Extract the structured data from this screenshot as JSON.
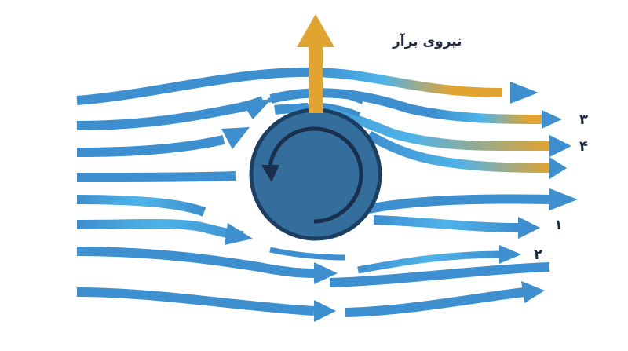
{
  "colors": {
    "flow": "#3d8fcf",
    "flow_light": "#4fb3e8",
    "lift": "#e1a430",
    "cylinder": "#336e9c",
    "cylinder_edge": "#1d3e63",
    "rotation_arrow": "#1a2e4d",
    "text": "#1f2a44"
  },
  "force": {
    "label": "نیروی برآر",
    "icon": "up-arrow-icon"
  },
  "cylinder": {
    "rotation": "counterclockwise",
    "icon": "rotation-arrow-icon"
  },
  "streamline_labels": [
    {
      "id": "stream-3",
      "text": "۳"
    },
    {
      "id": "stream-4",
      "text": "۴"
    },
    {
      "id": "stream-1",
      "text": "۱"
    },
    {
      "id": "stream-2",
      "text": "۲"
    }
  ]
}
